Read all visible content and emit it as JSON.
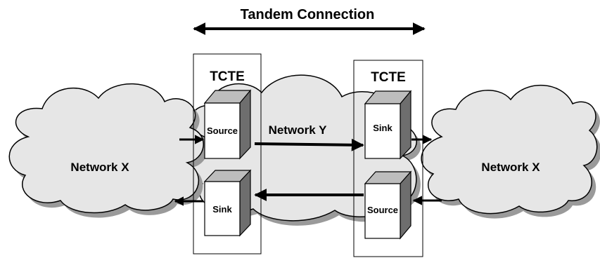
{
  "title": "Tandem Connection",
  "tcte_left_label": "TCTE",
  "tcte_right_label": "TCTE",
  "network_left_label": "Network X",
  "network_middle_label": "Network Y",
  "network_right_label": "Network X",
  "left_upper_box_label": "Source",
  "left_lower_box_label": "Sink",
  "right_upper_box_label": "Sink",
  "right_lower_box_label": "Source",
  "colors": {
    "cloud_fill": "#e6e6e6",
    "cloud_shadow": "#9a9a9a",
    "box_front": "#ffffff",
    "box_side": "#6e6e6e",
    "box_top": "#bdbdbd",
    "line": "#000000"
  }
}
